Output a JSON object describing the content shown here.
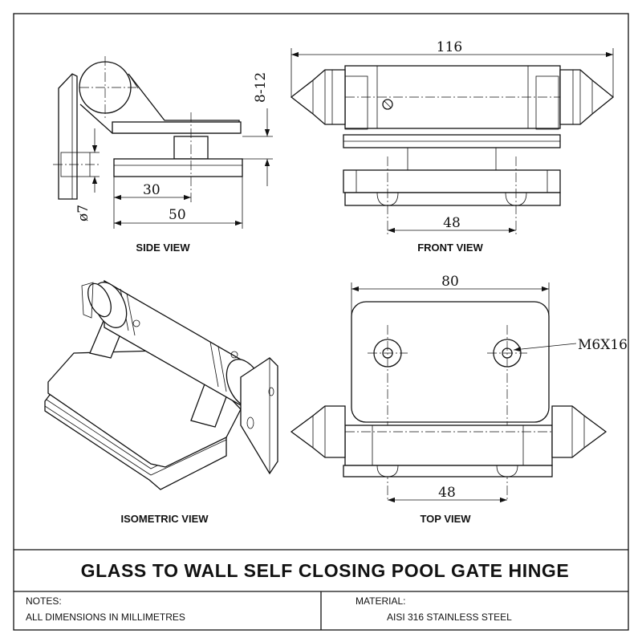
{
  "title": "GLASS TO WALL SELF CLOSING POOL GATE HINGE",
  "views": {
    "side": "SIDE VIEW",
    "front": "FRONT VIEW",
    "isometric": "ISOMETRIC VIEW",
    "top": "TOP VIEW"
  },
  "dimensions": {
    "front_width": "116",
    "front_bottom": "48",
    "side_gap": "8-12",
    "side_inner": "30",
    "side_outer": "50",
    "side_hole": "ø7",
    "top_width": "80",
    "top_bottom": "48",
    "screw": "M6X16"
  },
  "notes": {
    "label": "NOTES:",
    "text": "ALL DIMENSIONS IN MILLIMETRES"
  },
  "material": {
    "label": "MATERIAL:",
    "text": "AISI 316 STAINLESS STEEL"
  }
}
